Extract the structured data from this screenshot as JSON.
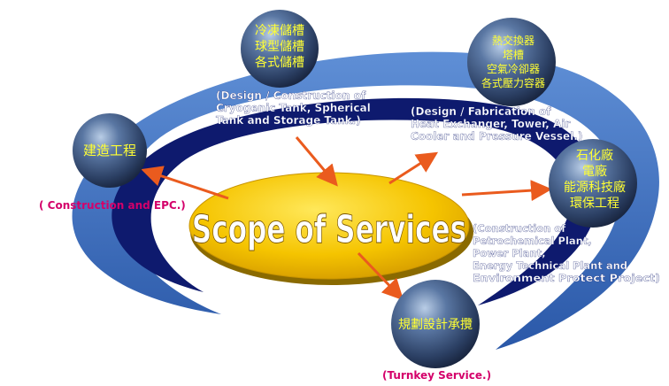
{
  "center": {
    "title": "Scope of Services"
  },
  "nodes": {
    "construction": {
      "cn": [
        "建造工程"
      ],
      "en": [
        "( Construction and EPC.)"
      ]
    },
    "storage": {
      "cn": [
        "冷凍儲槽",
        "球型儲槽",
        "各式儲槽"
      ],
      "en": [
        "(Design / Construction of",
        "Cryogenic Tank, Spherical",
        "Tank and Storage Tank.)"
      ]
    },
    "exchanger": {
      "cn": [
        "熱交換器",
        "塔槽",
        "空氣冷卻器",
        "各式壓力容器"
      ],
      "en": [
        "(Design / Fabrication of",
        "Heat Exchanger, Tower, Air",
        "Cooler and Pressure Vessel.)"
      ]
    },
    "plant": {
      "cn": [
        "石化廠",
        "電廠",
        "能源科技廠",
        "環保工程"
      ],
      "en": [
        "(Construction of",
        "Petrochemical Plant,",
        "Power Plant,",
        "Energy Technical Plant and",
        "Environment Protect Project)"
      ]
    },
    "turnkey": {
      "cn": [
        "規劃設計承攬"
      ],
      "en": [
        "(Turnkey Service.)"
      ]
    }
  },
  "colors": {
    "ring_outer": "#3a6ec4",
    "ring_inner": "#0e1a6e",
    "center_fill": "#f5c400",
    "sphere": "#35507a",
    "cn_text": "#ffff33",
    "en_text": "#ffffff",
    "magenta": "#d4006a",
    "arrow": "#ea5b1e"
  }
}
